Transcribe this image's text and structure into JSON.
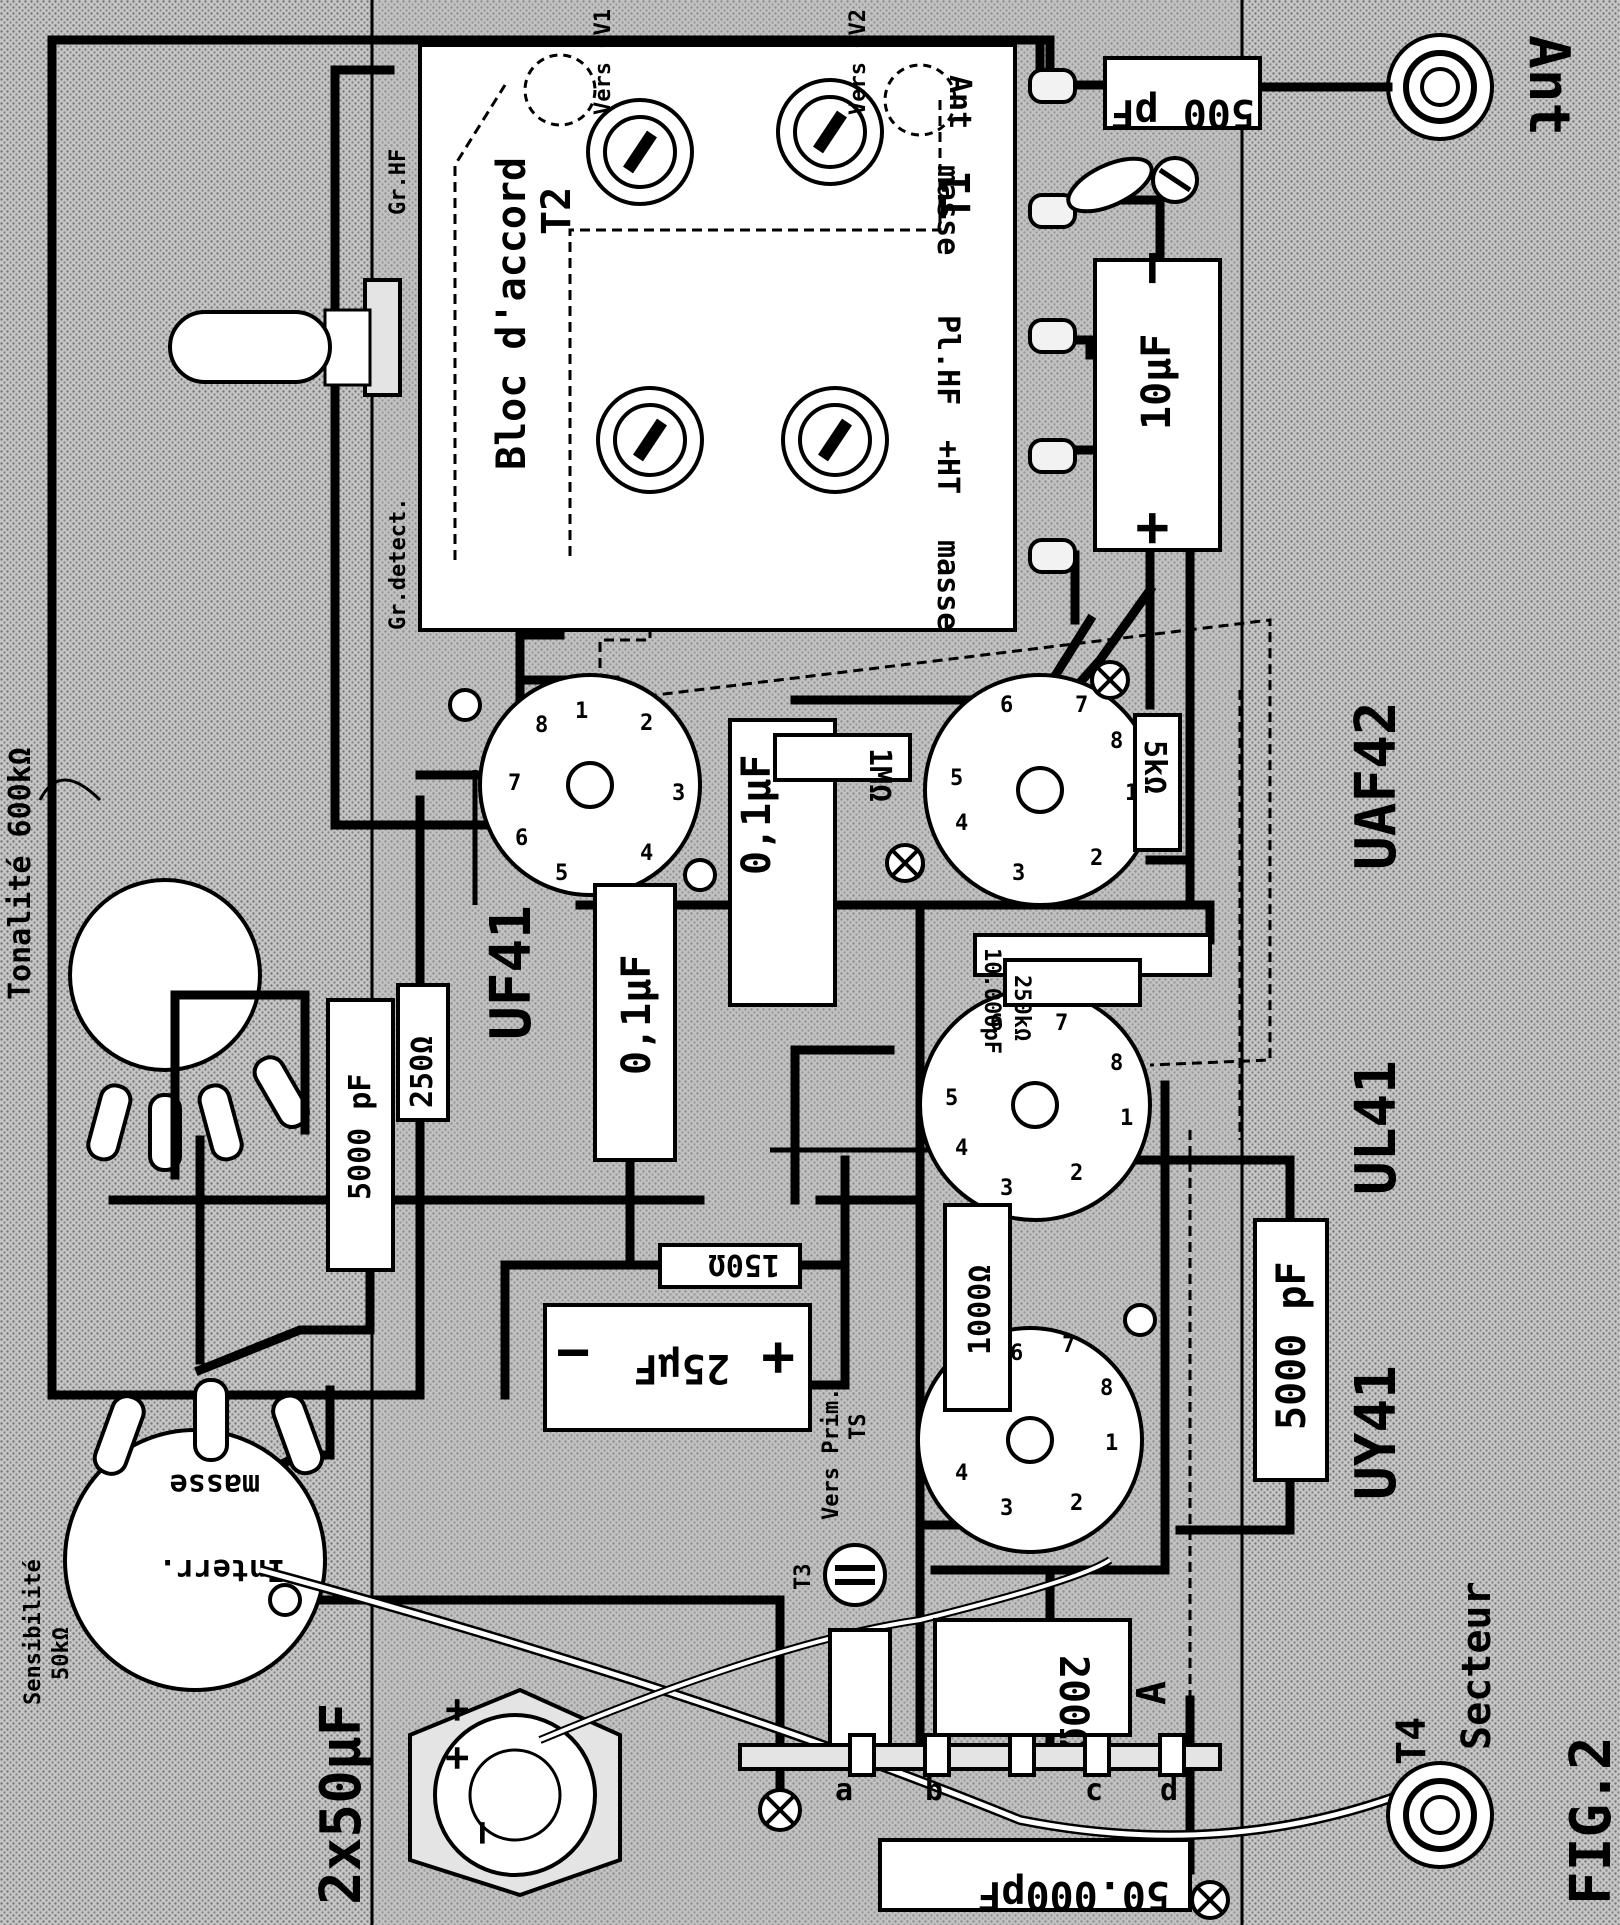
{
  "figure": {
    "caption": "FIG.2",
    "tubes": {
      "uf41": "UF41",
      "uaf42": "UAF42",
      "ul41": "UL41",
      "uy41": "UY41"
    },
    "bloc": {
      "title": "Bloc d'accord",
      "t1": "T1",
      "t2": "T2",
      "vers_cv1": "Vers CV1",
      "vers_cv2": "Vers CV2",
      "ant": "Ant",
      "masse_top": "masse",
      "pl_hf": "Pl.HF",
      "plus_ht": "+HT",
      "masse_bottom": "masse",
      "gr_hf": "Gr.HF",
      "gr_detect": "Gr.detect."
    },
    "components": {
      "c_500pf": "500 pF",
      "c_10uf": "10µF",
      "c10_minus": "−",
      "c10_plus": "+",
      "r_1m": "1MΩ",
      "r_5k": "5kΩ",
      "c_01uf_a": "0,1µF",
      "c_01uf_b": "0,1µF",
      "r_250": "250Ω",
      "c_5000_a": "5000 pF",
      "c_5000_b": "5000 pF",
      "r_150": "150Ω",
      "c_25uf": "25µF",
      "c25_minus": "−",
      "c25_plus": "+",
      "c_10000": "10.000pF",
      "r_250k": "250kΩ",
      "r_1000": "1000Ω",
      "r_200": "200Ω",
      "c_50000": "50.000pF",
      "c_2x50": "2x50µF"
    },
    "pots": {
      "tonalite": "Tonalité 600kΩ",
      "sensibilite": "Sensibilité",
      "sensibilite_value": "50kΩ",
      "masse": "masse",
      "interr": "Interr."
    },
    "terminals": {
      "ant": "Ant",
      "t4": "T4",
      "secteur": "Secteur",
      "t3": "T3",
      "vers_prim": "Vers Prim.",
      "ts": "TS",
      "a_label": "A",
      "strip": [
        "a",
        "b",
        "c",
        "d"
      ],
      "plus_plus": "+ +",
      "minus": "−"
    },
    "pins": [
      "1",
      "2",
      "3",
      "4",
      "5",
      "6",
      "7",
      "8"
    ]
  }
}
